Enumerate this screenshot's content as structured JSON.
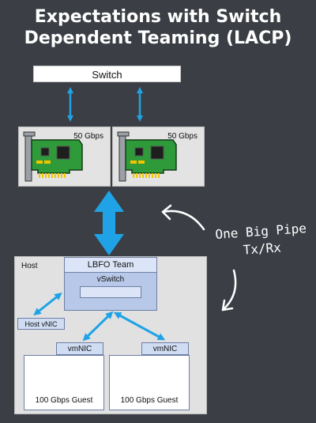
{
  "title": {
    "line1": "Expectations with Switch",
    "line2": "Dependent Teaming (LACP)"
  },
  "switch": {
    "label": "Switch"
  },
  "nics": [
    {
      "speed": "50 Gbps"
    },
    {
      "speed": "50 Gbps"
    }
  ],
  "host": {
    "label": "Host",
    "team": {
      "label": "LBFO Team",
      "vswitch_label": "vSwitch"
    },
    "host_vnic": "Host vNIC",
    "vmnics": [
      {
        "label": "vmNIC",
        "guest": "100 Gbps Guest"
      },
      {
        "label": "vmNIC",
        "guest": "100 Gbps Guest"
      }
    ]
  },
  "callout": {
    "line1": "One Big Pipe",
    "line2": "Tx/Rx"
  },
  "colors": {
    "background": "#3b3f45",
    "arrow": "#1fa3e6",
    "team_fill": "#b7c8e8",
    "nic_board": "#2e9a3a"
  }
}
